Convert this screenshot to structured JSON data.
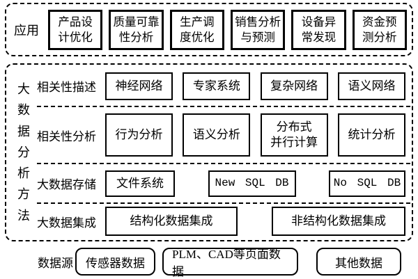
{
  "app_row": {
    "label": "应用",
    "boxes": [
      "产品设\n计优化",
      "质量可靠\n性分析",
      "生产调\n度优化",
      "销售分析\n与预测",
      "设备异\n常发现",
      "资金预\n测分析"
    ]
  },
  "methods": {
    "vertical_label": "大数据分析方法",
    "rows": [
      {
        "label": "相关性描述",
        "boxes": [
          "神经网络",
          "专家系统",
          "复杂网络",
          "语义网络"
        ]
      },
      {
        "label": "相关性分析",
        "boxes": [
          "行为分析",
          "语义分析",
          "分布式\n并行计算",
          "统计分析"
        ]
      },
      {
        "label": "大数据存储",
        "boxes": [
          "文件系统",
          "New SQL DB",
          "No SQL DB"
        ]
      },
      {
        "label": "大数据集成",
        "boxes": [
          "结构化数据集成",
          "非结构化数据集成"
        ]
      }
    ]
  },
  "source_row": {
    "label": "数据源",
    "boxes": [
      "传感器数据",
      "PLM、CAD等页面数据",
      "其他数据"
    ]
  },
  "colors": {
    "border": "#000000",
    "background": "#ffffff",
    "text": "#000000"
  }
}
